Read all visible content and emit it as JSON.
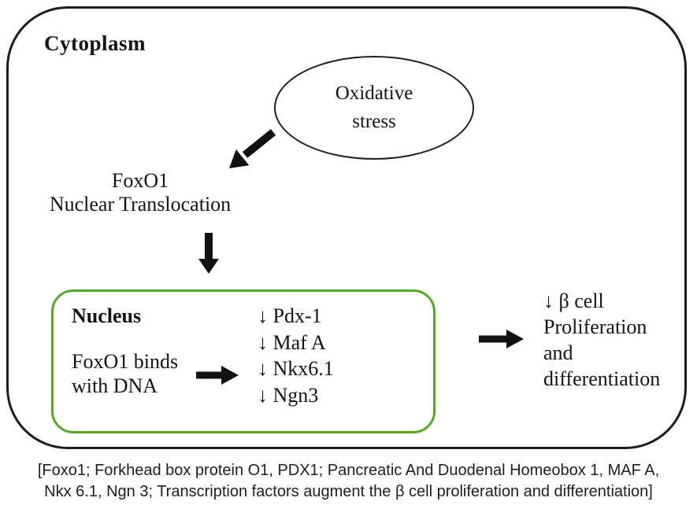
{
  "figure": {
    "cytoplasm_label": "Cytoplasm",
    "stress_ellipse": {
      "line1": "Oxidative",
      "line2": "stress"
    },
    "translocation": {
      "line1": "FoxO1",
      "line2": "Nuclear Translocation"
    },
    "nucleus": {
      "label": "Nucleus",
      "binds_line1": "FoxO1 binds",
      "binds_line2": "with DNA",
      "targets": [
        "↓ Pdx-1",
        "↓ Maf A",
        "↓ Nkx6.1",
        "↓ Ngn3"
      ]
    },
    "outcome": {
      "line1": "↓ β cell",
      "line2": "Proliferation",
      "line3": "and",
      "line4": "differentiation"
    }
  },
  "caption": {
    "line1": "[Foxo1; Forkhead box protein O1, PDX1; Pancreatic And Duodenal Homeobox 1, MAF A,",
    "line2": "Nkx 6.1, Ngn 3; Transcription factors augment the β cell proliferation and differentiation]"
  },
  "colors": {
    "outline": "#1d1d1d",
    "nucleus_border": "#55aa23",
    "arrow": "#111111"
  }
}
